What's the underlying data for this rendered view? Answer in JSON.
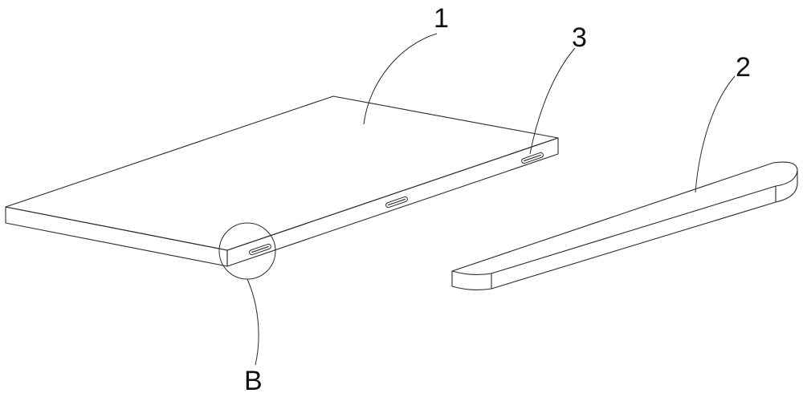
{
  "labels": {
    "board": "1",
    "strip": "2",
    "connector": "3",
    "detail": "B"
  },
  "colors": {
    "line": "#2a2a2a",
    "background": "#ffffff"
  }
}
